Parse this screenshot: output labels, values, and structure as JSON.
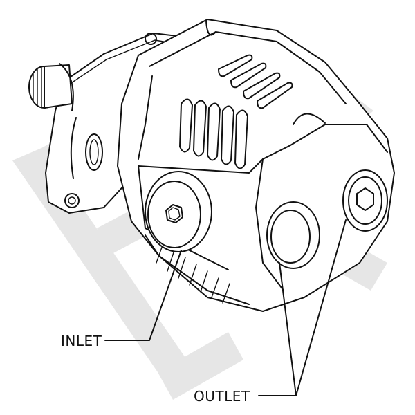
{
  "diagram": {
    "labels": {
      "inlet": "INLET",
      "outlet": "OUTLET"
    },
    "watermark": {
      "text": "BK",
      "color": "#e6e6e6"
    },
    "line_color": "#111111",
    "background": "#ffffff"
  }
}
